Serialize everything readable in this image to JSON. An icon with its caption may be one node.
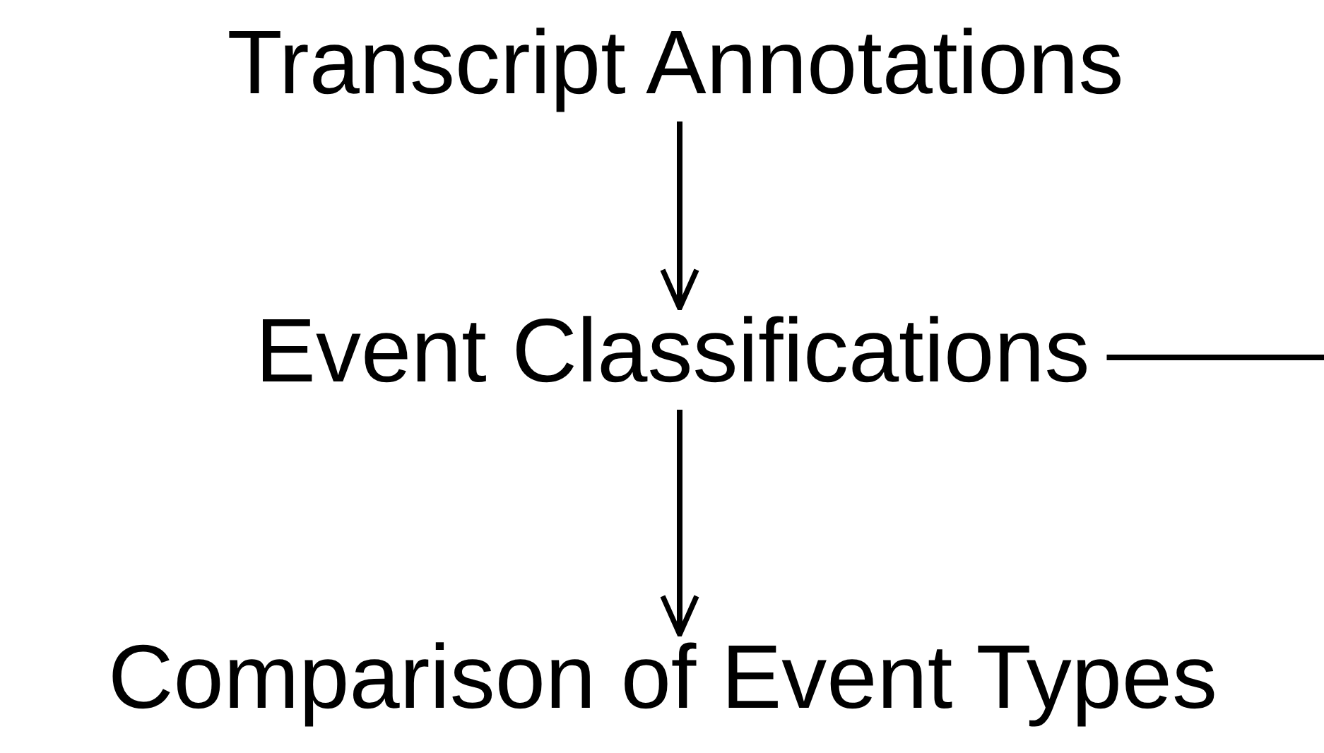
{
  "diagram": {
    "nodes": [
      {
        "text": [
          "Transcript Annotations"
        ]
      },
      {
        "text": [
          "Event Classifications"
        ]
      },
      {
        "text": [
          "Comparison of Event Types"
        ]
      }
    ],
    "edges": [
      {
        "from": 0,
        "to": 1,
        "arrow": "to"
      },
      {
        "from": 1,
        "to": 2,
        "arrow": "to"
      },
      {
        "from": 1,
        "to": null,
        "arrow": "none"
      }
    ]
  }
}
